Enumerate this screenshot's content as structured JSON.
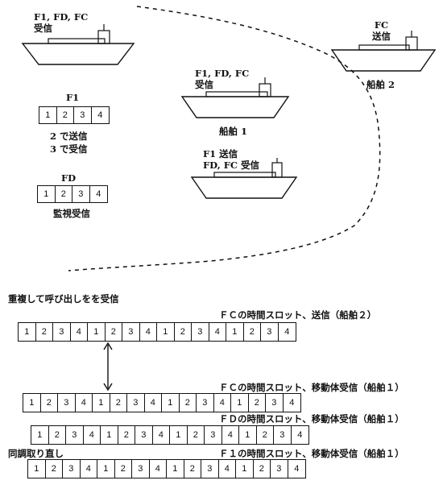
{
  "ships": {
    "left_top": {
      "label1": "F1, FD, FC",
      "label2": "受信"
    },
    "ship2": {
      "label1": "FC",
      "label2": "送信",
      "name": "船舶 2"
    },
    "ship1": {
      "label1": "F1, FD, FC",
      "label2": "受信",
      "name": "船舶 1"
    },
    "bottom_ship": {
      "label1": "F1 送信",
      "label2": "FD, FC 受信"
    }
  },
  "legend_f1": {
    "title": "F1",
    "slots": [
      "1",
      "2",
      "3",
      "4"
    ],
    "note1": "2 で送信",
    "note2": "3 で受信"
  },
  "legend_fd": {
    "title": "FD",
    "slots": [
      "1",
      "2",
      "3",
      "4"
    ],
    "note": "監視受信"
  },
  "timeline": {
    "heading": "重複して呼び出しをを受信",
    "rows": [
      {
        "caption": "ＦＣの時間スロット、送信（船舶２）",
        "slots": [
          "1",
          "2",
          "3",
          "4",
          "1",
          "2",
          "3",
          "4",
          "1",
          "2",
          "3",
          "4",
          "1",
          "2",
          "3",
          "4"
        ]
      },
      {
        "caption": "ＦＣの時間スロット、移動体受信（船舶１）",
        "slots": [
          "1",
          "2",
          "3",
          "4",
          "1",
          "2",
          "3",
          "4",
          "1",
          "2",
          "3",
          "4",
          "1",
          "2",
          "3",
          "4"
        ]
      },
      {
        "caption": "ＦＤの時間スロット、移動体受信（船舶１）",
        "slots": [
          "1",
          "2",
          "3",
          "4",
          "1",
          "2",
          "3",
          "4",
          "1",
          "2",
          "3",
          "4",
          "1",
          "2",
          "3",
          "4"
        ]
      },
      {
        "caption": "Ｆ１の時間スロット、移動体受信（船舶１）",
        "slots": [
          "1",
          "2",
          "3",
          "4",
          "1",
          "2",
          "3",
          "4",
          "1",
          "2",
          "3",
          "4",
          "1",
          "2",
          "3",
          "4"
        ]
      }
    ],
    "resync_label": "同調取り直し"
  }
}
